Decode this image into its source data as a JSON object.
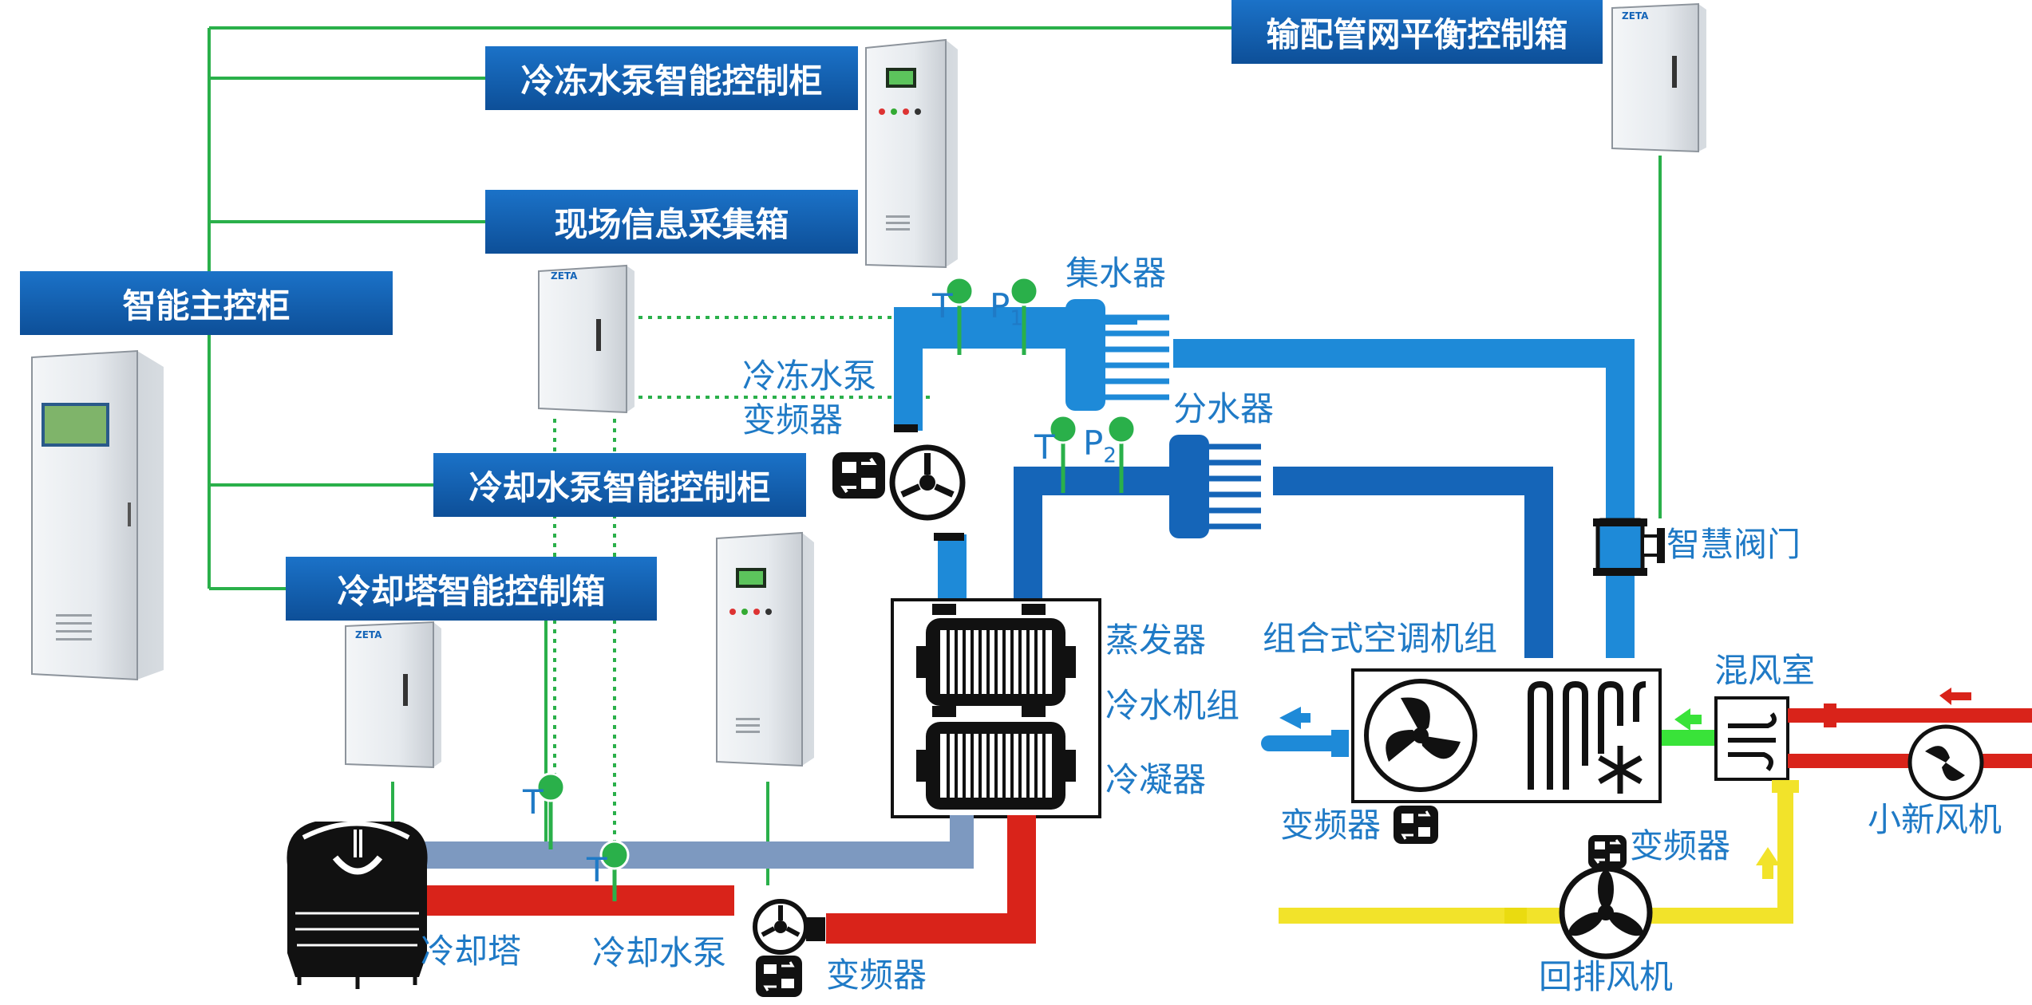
{
  "headers": {
    "main_cabinet": "智能主控柜",
    "chilled_pump_cabinet": "冷冻水泵智能控制柜",
    "field_info_box": "现场信息采集箱",
    "cooling_pump_cabinet": "冷却水泵智能控制柜",
    "cooling_tower_box": "冷却塔智能控制箱",
    "pipe_balance_box": "输配管网平衡控制箱"
  },
  "labels": {
    "water_collector": "集水器",
    "water_distributor": "分水器",
    "chilled_pump_vfd": "冷冻水泵\n变频器",
    "smart_valve": "智慧阀门",
    "evaporator": "蒸发器",
    "chiller_unit": "冷水机组",
    "condenser": "冷凝器",
    "ahu": "组合式空调机组",
    "mixing_chamber": "混风室",
    "ahu_vfd": "变频器",
    "return_fan_vfd": "变频器",
    "small_fresh_fan": "小新风机",
    "return_exhaust_fan": "回排风机",
    "cooling_tower": "冷却塔",
    "cooling_pump": "冷却水泵",
    "cooling_pump_vfd": "变频器"
  },
  "sensors": {
    "t1": "T",
    "p1": "P",
    "p1_sub": "1",
    "t2": "T",
    "p2": "P",
    "p2_sub": "2",
    "t3": "T",
    "t4": "T"
  },
  "cabinet_brand": "ZETA",
  "colors": {
    "header_blue": "#1565b8",
    "label_blue": "#1f7ac6",
    "chilled_supply": "#1e8ad8",
    "chilled_return": "#1565b8",
    "cooling_return": "#7d99c0",
    "cooling_hot": "#d9231a",
    "air_yellow": "#f2e32a",
    "air_red": "#d9231a",
    "signal_green": "#2ab04a"
  }
}
